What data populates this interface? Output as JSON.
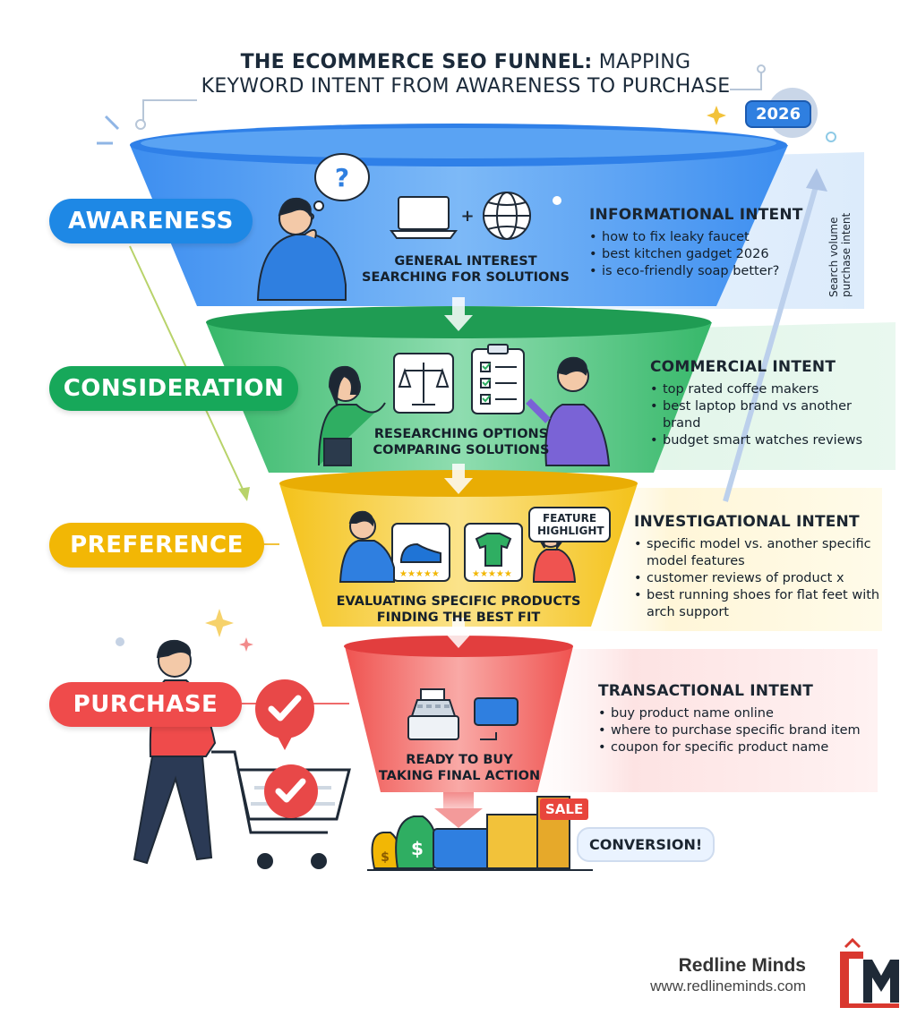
{
  "title": {
    "line1_bold": "THE ECOMMERCE SEO FUNNEL:",
    "line1_rest": " MAPPING",
    "line2": "KEYWORD INTENT FROM AWARENESS TO PURCHASE"
  },
  "year_badge": "2026",
  "side_axis": {
    "line1": "Search volume",
    "line2": "purchase intent"
  },
  "stages": [
    {
      "label": "AWARENESS",
      "color": "#1e88e5",
      "caption": [
        "GENERAL INTEREST",
        "SEARCHING FOR SOLUTIONS"
      ],
      "intent_title": "INFORMATIONAL INTENT",
      "keywords": [
        "how to fix leaky faucet",
        "best kitchen gadget 2026",
        "is eco-friendly soap better?"
      ]
    },
    {
      "label": "CONSIDERATION",
      "color": "#17a85a",
      "caption": [
        "RESEARCHING OPTIONS",
        "COMPARING SOLUTIONS"
      ],
      "intent_title": "COMMERCIAL INTENT",
      "keywords": [
        "top rated coffee makers",
        "best laptop brand vs another brand",
        "budget smart watches reviews"
      ]
    },
    {
      "label": "PREFERENCE",
      "color": "#f2b705",
      "caption": [
        "EVALUATING SPECIFIC PRODUCTS",
        "FINDING THE BEST FIT"
      ],
      "intent_title": "INVESTIGATIONAL INTENT",
      "keywords": [
        "specific model vs. another specific model features",
        "customer reviews of product x",
        "best running shoes for flat feet with arch support"
      ]
    },
    {
      "label": "PURCHASE",
      "color": "#ef4b4b",
      "caption": [
        "READY TO BUY",
        "TAKING FINAL ACTION"
      ],
      "intent_title": "TRANSACTIONAL INTENT",
      "keywords": [
        "buy product name online",
        "where to purchase specific brand item",
        "coupon for specific product name"
      ]
    }
  ],
  "feature_tag": [
    "FEATURE",
    "HIGHLIGHT"
  ],
  "sale_tag": "SALE",
  "conversion": "CONVERSION!",
  "brand": {
    "name": "Redline Minds",
    "url": "www.redlineminds.com"
  }
}
